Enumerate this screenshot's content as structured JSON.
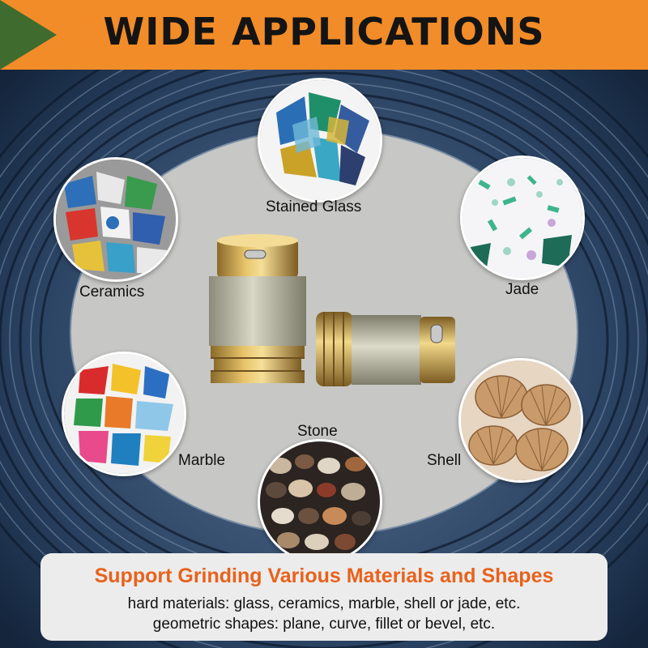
{
  "banner": {
    "title": "WIDE APPLICATIONS"
  },
  "materials": {
    "stained_glass": "Stained Glass",
    "ceramics": "Ceramics",
    "jade": "Jade",
    "stone": "Stone",
    "marble": "Marble",
    "shell": "Shell"
  },
  "info": {
    "heading": "Support Grinding Various Materials and Shapes",
    "line1": "hard materials: glass, ceramics, marble, shell or jade, etc.",
    "line2": "geometric shapes: plane, curve, fillet or bevel, etc."
  },
  "colors": {
    "banner": "#f28c28",
    "arrow": "#3f6b2f",
    "heading": "#e8621c",
    "background": "#1f3450"
  }
}
